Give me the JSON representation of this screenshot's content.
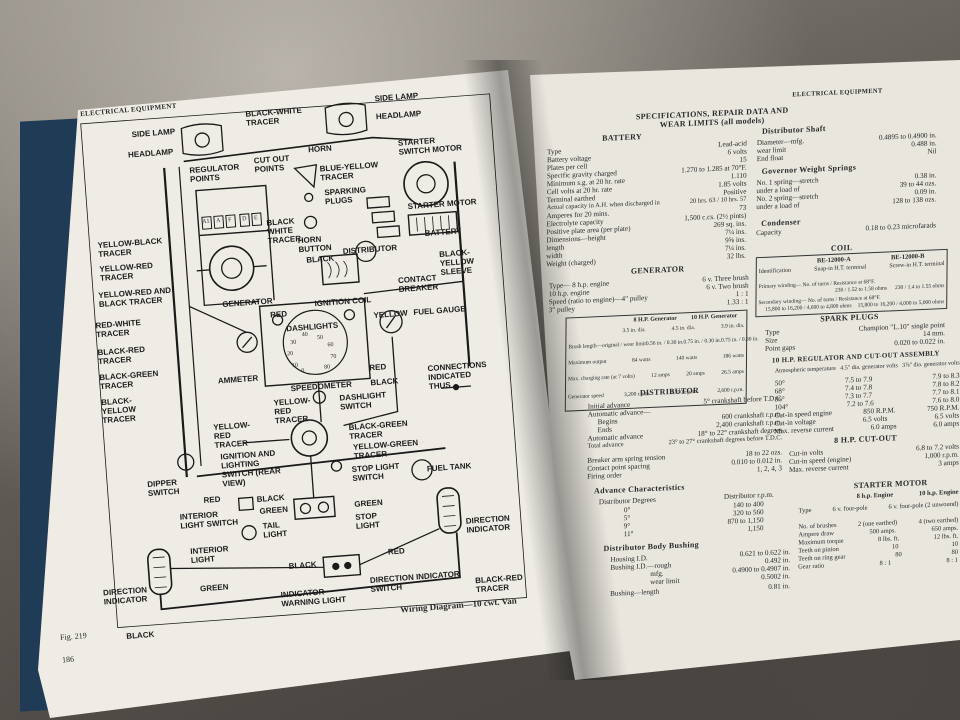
{
  "left_page": {
    "header": "ELECTRICAL EQUIPMENT",
    "caption": "Wiring Diagram—10 cwt. Van",
    "figure": "Fig. 219",
    "page_number": "186",
    "labels": {
      "side_lamp_left": "SIDE LAMP",
      "side_lamp_right": "SIDE LAMP",
      "black_white_tracer": "BLACK-WHITE TRACER",
      "headlamp_left": "HEADLAMP",
      "headlamp_right": "HEADLAMP",
      "regulator_points": "REGULATOR POINTS",
      "cut_out_points": "CUT OUT POINTS",
      "horn": "HORN",
      "starter_switch_motor": "STARTER SWITCH MOTOR",
      "blue_yellow_tracer": "BLUE-YELLOW TRACER",
      "sparking_plugs": "SPARKING PLUGS",
      "yellow_black_tracer": "YELLOW-BLACK TRACER",
      "black_white_tracer_2": "BLACK WHITE TRACER",
      "horn_button": "HORN BUTTON",
      "starter_motor": "STARTER MOTOR",
      "yellow_red_tracer": "YELLOW-RED TRACER",
      "yellow_red_and_black_tracer": "YELLOW-RED AND BLACK TRACER",
      "black": "BLACK",
      "distributor": "DISTRIBUTOR",
      "battery": "BATTERY",
      "generator": "GENERATOR",
      "black_yellow_sleeve": "BLACK-YELLOW SLEEVE",
      "red_white_tracer": "RED-WHITE TRACER",
      "red": "RED",
      "ignition_coil": "IGNITION COIL",
      "contact_breaker": "CONTACT BREAKER",
      "dashlights": "DASHLIGHTS",
      "yellow": "YELLOW",
      "fuel_gauge": "FUEL GAUGE",
      "black_red_tracer": "BLACK-RED TRACER",
      "black_green_tracer": "BLACK-GREEN TRACER",
      "black_yellow_tracer": "BLACK-YELLOW TRACER",
      "ammeter": "AMMETER",
      "red_2": "RED",
      "speedometer": "SPEEDOMETER",
      "black_2": "BLACK",
      "connections_indicated_thus": "CONNECTIONS INDICATED THUS",
      "yellow_red_tracer_2": "YELLOW-RED TRACER",
      "dashlight_switch": "DASHLIGHT SWITCH",
      "yellow_red_tracer_3": "YELLOW-RED TRACER",
      "black_green_tracer_2": "BLACK-GREEN TRACER",
      "ignition_lighting_switch": "IGNITION AND LIGHTING SWITCH (REAR VIEW)",
      "yellow_green_tracer": "YELLOW-GREEN TRACER",
      "dipper_switch": "DIPPER SWITCH",
      "red_3": "RED",
      "stop_light_switch": "STOP LIGHT SWITCH",
      "fuel_tank": "FUEL TANK",
      "interior_light_switch": "INTERIOR LIGHT SWITCH",
      "black_3": "BLACK",
      "green": "GREEN",
      "green_2": "GREEN",
      "stop_light": "STOP LIGHT",
      "tail_light": "TAIL LIGHT",
      "interior_light": "INTERIOR LIGHT",
      "direction_indicator_right": "DIRECTION INDICATOR",
      "red_4": "RED",
      "black_4": "BLACK",
      "direction_indicator_left": "DIRECTION INDICATOR",
      "green_3": "GREEN",
      "indicator_warning_light": "INDICATOR WARNING LIGHT",
      "direction_indicator_switch": "DIRECTION INDICATOR SWITCH",
      "black_red_tracer_2": "BLACK-RED TRACER",
      "black_5": "BLACK",
      "speedo_digits": [
        "40",
        "30",
        "50",
        "20",
        "60",
        "10",
        "70",
        "0",
        "80"
      ],
      "regulator_terminals": [
        "A1",
        "A",
        "F",
        "D",
        "E"
      ]
    }
  },
  "right_page": {
    "header": "ELECTRICAL EQUIPMENT",
    "title": "SPECIFICATIONS, REPAIR DATA AND WEAR LIMITS (all models)",
    "battery": {
      "heading": "BATTERY",
      "rows": [
        [
          "Type",
          "Lead-acid"
        ],
        [
          "Battery voltage",
          "6 volts"
        ],
        [
          "Plates per cell",
          "15"
        ],
        [
          "Specific gravity charged",
          "1.270 to 1.285 at 70°F."
        ],
        [
          "Minimum s.g. at 20 hr. rate",
          "1.110"
        ],
        [
          "Cell volts at 20 hr. rate",
          "1.85 volts"
        ],
        [
          "Terminal earthed",
          "Positive"
        ],
        [
          "Actual capacity in A.H. when discharged in",
          "20 hrs. 63 / 10 hrs. 57"
        ],
        [
          "Amperes for 20 mins.",
          "73"
        ],
        [
          "Electrolyte capacity",
          "1,500 c.cs. (2½ pints)"
        ],
        [
          "Positive plate area (per plate)",
          "269 sq. ins."
        ],
        [
          "Dimensions—height",
          "7¼ ins."
        ],
        [
          "length",
          "9⅝ ins."
        ],
        [
          "width",
          "7¼ ins."
        ],
        [
          "Weight (charged)",
          "32 lbs."
        ]
      ]
    },
    "distributor_shaft": {
      "heading": "Distributor Shaft",
      "rows": [
        [
          "Diameter—mfg.",
          "0.4895 to 0.4900 in."
        ],
        [
          "wear limit",
          "0.488 in."
        ],
        [
          "End float",
          "Nil"
        ]
      ]
    },
    "governor_weight_springs": {
      "heading": "Governor Weight Springs",
      "rows": [
        [
          "No. 1 spring—stretch",
          "0.38 in."
        ],
        [
          "under a load of",
          "39 to 44 ozs."
        ],
        [
          "No. 2 spring—stretch",
          "0.09 in."
        ],
        [
          "under a load of",
          "128 to 138 ozs."
        ]
      ]
    },
    "condenser": {
      "heading": "Condenser",
      "rows": [
        [
          "Capacity",
          "0.18 to 0.23 microfarads"
        ]
      ]
    },
    "coil": {
      "heading": "COIL",
      "columns": [
        "",
        "BE-12000-A",
        "BE-12000-B"
      ],
      "rows": [
        [
          "Identification",
          "Snap-in H.T. terminal",
          "Screw-in H.T. terminal"
        ],
        [
          "Primary winding— No. of turns / Resistance at 68°F.",
          "230 / 1.52 to 1.58 ohms",
          "230 / 1.4 to 1.55 ohms"
        ],
        [
          "Secondary winding— No. of turns / Resistance at 68°F.",
          "15,800 to 16,200 / 4,600 to 4,800 ohms",
          "15,800 to 16,200 / 4,000 to 5,000 ohms"
        ]
      ]
    },
    "generator": {
      "heading": "GENERATOR",
      "rows": [
        [
          "Type— 8 h.p. engine",
          "6 v. Three brush"
        ],
        [
          "10 h.p. engine",
          "6 v. Two brush"
        ],
        [
          "Speed (ratio to engine)—4\" pulley",
          "1 : 1"
        ],
        [
          "3\" pulley",
          "1.33 : 1"
        ]
      ],
      "table": {
        "columns": [
          "",
          "8 H.P. Generator",
          "10 H.P. Generator"
        ],
        "subcolumns": [
          "3.5 in. dia.",
          "4.5 in. dia.",
          "3.9 in. dia."
        ],
        "rows": [
          [
            "Brush length—original / wear limit",
            "0.56 in. / 0.30 in.",
            "0.75 in. / 0.30 in.",
            "0.75 in. / 0.30 in."
          ],
          [
            "Maximum output",
            "84 watts",
            "140 watts",
            "186 watts"
          ],
          [
            "Max. charging rate (at 7 volts)",
            "12 amps",
            "20 amps",
            "26.5 amps"
          ],
          [
            "Generator speed",
            "3,200 r.p.m.",
            "2,700 r.p.m.",
            "2,600 r.p.m."
          ]
        ]
      }
    },
    "spark_plugs": {
      "heading": "SPARK PLUGS",
      "rows": [
        [
          "Type",
          "Champion \"L.10\" single point"
        ],
        [
          "Size",
          "14 mm."
        ],
        [
          "Point gaps",
          "0.020 to 0.022 in."
        ]
      ]
    },
    "regulator": {
      "heading": "10 H.P. REGULATOR AND CUT-OUT ASSEMBLY",
      "rows": [
        [
          "Atmospheric temperature",
          "4.5\" dia. generator volts",
          "3⅞\" dia. generator volts"
        ],
        [
          "50°",
          "7.5 to 7.9",
          "7.9 to 8.3"
        ],
        [
          "68°",
          "7.4 to 7.8",
          "7.8 to 8.2"
        ],
        [
          "86°",
          "7.3 to 7.7",
          "7.7 to 8.1"
        ],
        [
          "104°",
          "7.2 to 7.6",
          "7.6 to 8.0"
        ],
        [
          "Cut-in speed engine",
          "850 R.P.M.",
          "750 R.P.M."
        ],
        [
          "Cut-in voltage",
          "6.5 volts",
          "6.5 volts"
        ],
        [
          "Max. reverse current",
          "6.0 amps",
          "6.0 amps"
        ]
      ]
    },
    "cut_out_8hp": {
      "heading": "8 H.P. CUT-OUT",
      "rows": [
        [
          "Cut-in volts",
          "6.8 to 7.2 volts"
        ],
        [
          "Cut-in speed (engine)",
          "1,000 r.p.m."
        ],
        [
          "Max. reverse current",
          "3 amps"
        ]
      ]
    },
    "distributor": {
      "heading": "DISTRIBUTOR",
      "rows": [
        [
          "Initial advance",
          "5° crankshaft before T.D.C."
        ],
        [
          "Automatic advance—",
          ""
        ],
        [
          "Begins",
          "600 crankshaft r.p.m."
        ],
        [
          "Ends",
          "2,400 crankshaft r.p.m."
        ],
        [
          "Automatic advance",
          "18° to 22° crankshaft degrees"
        ],
        [
          "Total advance",
          "23° to 27° crankshaft degrees before T.D.C."
        ],
        [
          "Breaker arm spring tension",
          "18 to 22 ozs."
        ],
        [
          "Contact point spacing",
          "0.010 to 0.012 in."
        ],
        [
          "Firing order",
          "1, 2, 4, 3"
        ]
      ]
    },
    "advance_characteristics": {
      "heading": "Advance Characteristics",
      "columns": [
        "Distributor Degrees",
        "Distributor r.p.m."
      ],
      "rows": [
        [
          "0°",
          "140 to 400"
        ],
        [
          "5°",
          "320 to 560"
        ],
        [
          "9°",
          "870 to 1,150"
        ],
        [
          "11°",
          "1,150"
        ]
      ]
    },
    "distributor_body_bushing": {
      "heading": "Distributor Body Bushing",
      "rows": [
        [
          "Housing I.D.",
          "0.621 to 0.622 in."
        ],
        [
          "Bushing I.D.—rough",
          "0.492 in."
        ],
        [
          "mfg.",
          "0.4900 to 0.4907 in."
        ],
        [
          "wear limit",
          "0.5002 in."
        ],
        [
          "Bushing—length",
          "0.81 in."
        ]
      ]
    },
    "starter_motor": {
      "heading": "STARTER MOTOR",
      "columns": [
        "",
        "8 h.p. Engine",
        "10 h.p. Engine"
      ],
      "rows": [
        [
          "Type",
          "6 v. four-pole",
          "6 v. four-pole (2 unwound)"
        ],
        [
          "No. of brushes",
          "2 (one earthed)",
          "4 (two earthed)"
        ],
        [
          "Ampere draw",
          "500 amps.",
          "650 amps."
        ],
        [
          "Maximum torque",
          "8 lbs. ft.",
          "12 lbs. ft."
        ],
        [
          "Teeth on pinion",
          "10",
          "10"
        ],
        [
          "Teeth on ring gear",
          "80",
          "80"
        ],
        [
          "Gear ratio",
          "8 : 1",
          "8 : 1"
        ]
      ]
    }
  }
}
